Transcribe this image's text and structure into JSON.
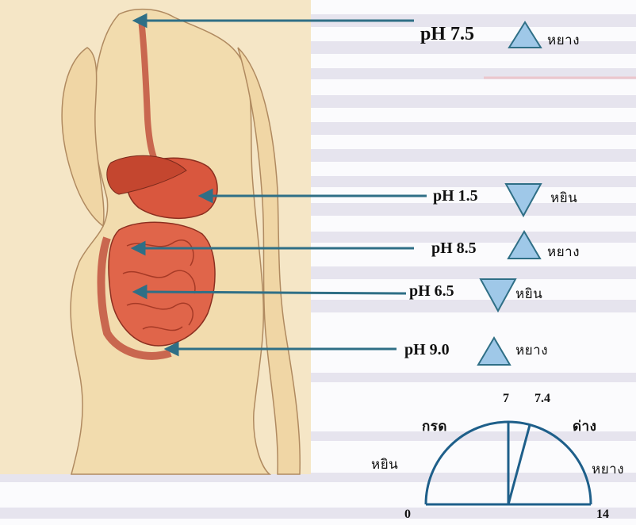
{
  "colors": {
    "arrow": "#2f6f86",
    "triangle_fill": "#9fc8e8",
    "triangle_stroke": "#2f6f86",
    "body_fill": "#f2dcae",
    "organ_fill": "#d9573e",
    "gauge": "#1e5f8a"
  },
  "labels": [
    {
      "ph": "pH 7.5",
      "symbol": "triangle-up-icon",
      "word": "หยาง"
    },
    {
      "ph": "pH 1.5",
      "symbol": "triangle-down-icon",
      "word": "หยิน"
    },
    {
      "ph": "pH 8.5",
      "symbol": "triangle-up-icon",
      "word": "หยาง"
    },
    {
      "ph": "pH 6.5",
      "symbol": "triangle-down-icon",
      "word": "หยิน"
    },
    {
      "ph": "pH 9.0",
      "symbol": "triangle-up-icon",
      "word": "หยาง"
    }
  ],
  "gauge": {
    "tick_min": "0",
    "tick_mid": "7",
    "tick_74": "7.4",
    "tick_max": "14",
    "left_word": "กรด",
    "right_word": "ด่าง",
    "yin": "หยิน",
    "yang": "หยาง"
  }
}
